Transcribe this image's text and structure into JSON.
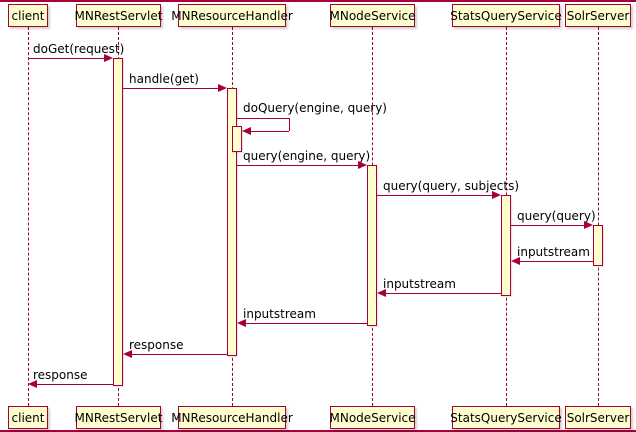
{
  "diagram": {
    "type": "uml-sequence",
    "colors": {
      "participant_fill": "#FEFECE",
      "line": "#A80036",
      "text": "#000000",
      "background": "#FFFFFF"
    },
    "participants": [
      {
        "name": "client"
      },
      {
        "name": "MNRestServlet"
      },
      {
        "name": "MNResourceHandler"
      },
      {
        "name": "MNodeService"
      },
      {
        "name": "StatsQueryService"
      },
      {
        "name": "SolrServer"
      }
    ],
    "messages": [
      {
        "from": "client",
        "to": "MNRestServlet",
        "label": "doGet(request)"
      },
      {
        "from": "MNRestServlet",
        "to": "MNResourceHandler",
        "label": "handle(get)"
      },
      {
        "from": "MNResourceHandler",
        "to": "MNResourceHandler",
        "label": "doQuery(engine, query)",
        "self": true
      },
      {
        "from": "MNResourceHandler",
        "to": "MNodeService",
        "label": "query(engine, query)"
      },
      {
        "from": "MNodeService",
        "to": "StatsQueryService",
        "label": "query(query, subjects)"
      },
      {
        "from": "StatsQueryService",
        "to": "SolrServer",
        "label": "query(query)"
      },
      {
        "from": "SolrServer",
        "to": "StatsQueryService",
        "label": "inputstream"
      },
      {
        "from": "StatsQueryService",
        "to": "MNodeService",
        "label": "inputstream"
      },
      {
        "from": "MNodeService",
        "to": "MNResourceHandler",
        "label": "inputstream"
      },
      {
        "from": "MNResourceHandler",
        "to": "MNRestServlet",
        "label": "response"
      },
      {
        "from": "MNRestServlet",
        "to": "client",
        "label": "response"
      }
    ]
  }
}
